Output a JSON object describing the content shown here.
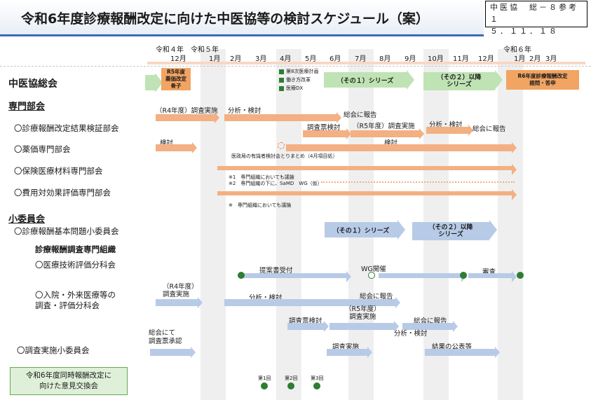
{
  "title": "令和6年度診療報酬改定に向けた中医協等の検討スケジュール（案）",
  "ref_line1": "中医協　総－８参考１",
  "ref_line2": "５．１１．１８",
  "timeline": {
    "r4": "令和４年",
    "r5": "令和５年",
    "r6": "令和６年",
    "m12a": "12月",
    "m1a": "1月",
    "m2": "2月",
    "m3": "3月",
    "m4": "4月",
    "m5": "5月",
    "m6": "6月",
    "m7": "7月",
    "m8": "8月",
    "m9": "9月",
    "m10": "10月",
    "m11": "11月",
    "m12b": "12月",
    "m1b": "1月",
    "m2b": "2月",
    "m3b": "3月"
  },
  "soukai": {
    "label": "中医協総会",
    "r5_box": "R5年度\n薬価改定\n骨子",
    "bullets": [
      "第8次医療計画",
      "働き方改革",
      "医療DX"
    ],
    "series1": "（その１）シリーズ",
    "series2": "（その２）以降\nシリーズ",
    "r6_box": "R6年度診療報酬改定\n諮問・答申"
  },
  "senmon": {
    "label": "専門部会",
    "kenshou": "〇診療報酬改定結果検証部会",
    "yakka": "〇薬価専門部会",
    "hoken": "〇保険医療材料専門部会",
    "hiyou": "〇費用対効果評価専門部会",
    "r4_chosa": "（R4年度）調査実施",
    "bunseki1": "分析・検討",
    "soukai_hokoku1": "総会に報告",
    "chosahyo1": "調査票検討",
    "r5_chosa": "（R5年度）調査実施",
    "bunseki2": "分析・検討",
    "soukai_hokoku2": "総会に報告",
    "kentou1": "検討",
    "kentou2": "検討",
    "iseikyoku": "医政局の有識者検討会とりまとめ（4月項目処）",
    "note1": "※1　専門組織においても議論",
    "note2": "※2　専門組織の下に、SaMD　WG（仮）",
    "note3": "※　専門組織においても議論"
  },
  "sho": {
    "label": "小委員会",
    "kihon": "〇診療報酬基本問題小委員会",
    "s1": "（その１）シリーズ",
    "s2": "（その２）以降\nシリーズ",
    "soshiki": "診療報酬調査専門組織",
    "gijutsu": "〇医療技術評価分科会",
    "teian": "提案書受付",
    "wg": "WG開催",
    "shinsa": "審査",
    "nyuin": "〇入院・外来医療等の\n調査・評価分科会",
    "r4": "（R4年度）\n調査実施",
    "bunseki": "分析・検討",
    "hokoku": "総会に報告",
    "chosahyo": "調査票検討",
    "r5": "（R5年度）\n調査実施",
    "hokoku2": "総会に報告",
    "bunseki2": "分析・検討",
    "jisshi": "〇調査実施小委員会",
    "shonin": "総会にて\n調査票承認",
    "chosa": "調査実施",
    "kohyo": "結果の公表等"
  },
  "iken": {
    "label": "令和6年度同時報酬改定に\n向けた意見交換会",
    "d1": "第1回",
    "d2": "第2回",
    "d3": "第3回"
  }
}
